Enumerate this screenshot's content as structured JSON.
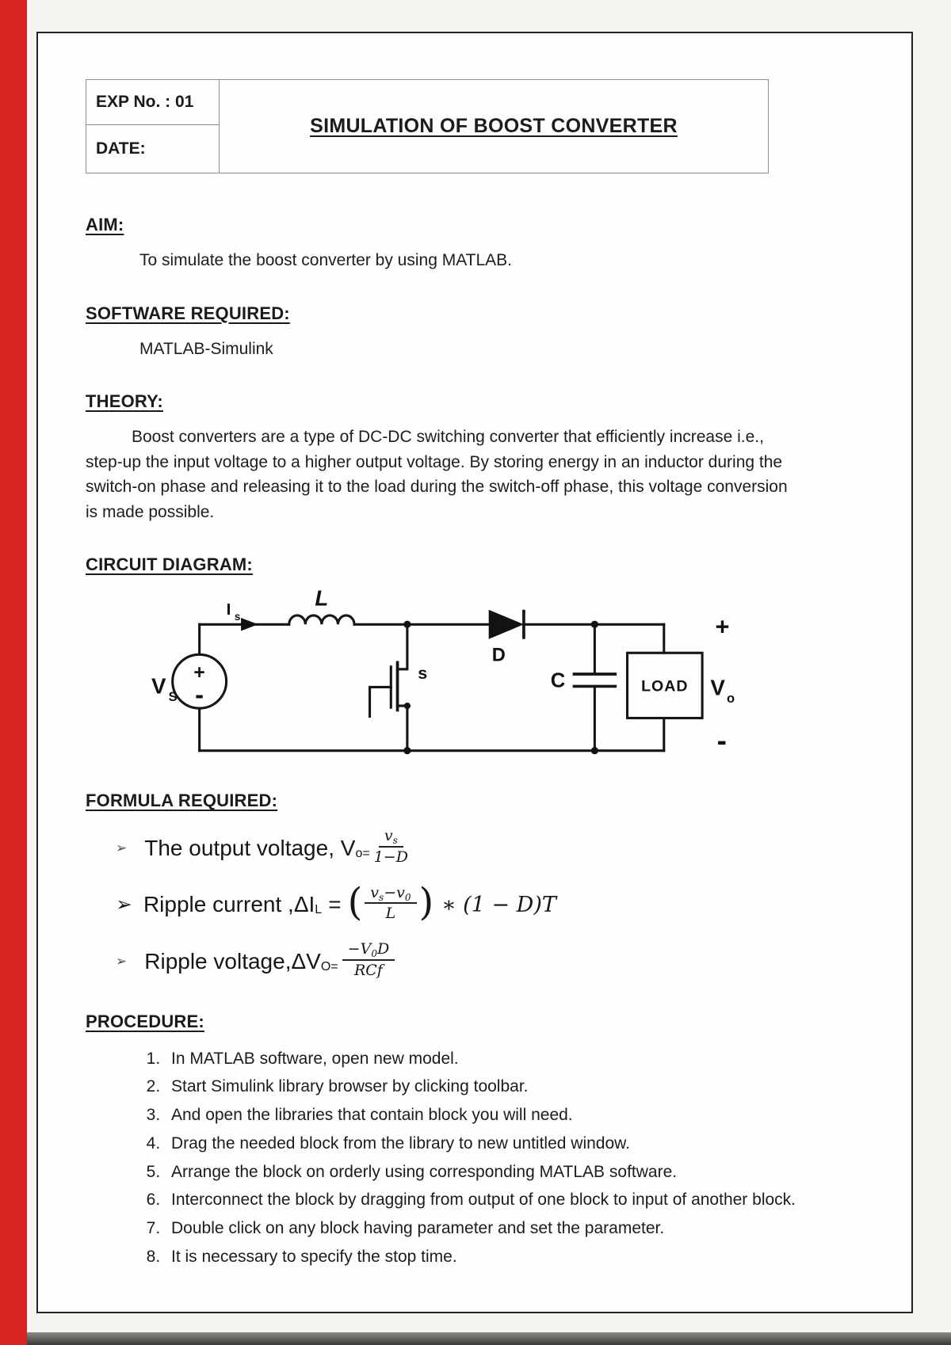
{
  "colors": {
    "binding_strip": "#d8251f"
  },
  "header": {
    "exp_no": "EXP No. : 01",
    "date_label": "DATE:",
    "title": "SIMULATION OF BOOST CONVERTER"
  },
  "aim": {
    "heading": "AIM:",
    "body": "To simulate the boost converter by using MATLAB."
  },
  "software": {
    "heading": "SOFTWARE REQUIRED:",
    "body": "MATLAB-Simulink"
  },
  "theory": {
    "heading": "THEORY:",
    "body": "Boost converters are a type of DC-DC switching converter that efficiently increase i.e., step-up the input voltage to a higher output voltage. By storing energy in an inductor during the switch-on phase and releasing it to the load during the switch-off phase, this voltage conversion is made possible."
  },
  "circuit": {
    "heading": "CIRCUIT DIAGRAM:",
    "labels": {
      "source_v": "V",
      "source_v_sub": "S",
      "source_plus": "+",
      "source_minus": "-",
      "current": "I",
      "current_sub": "s",
      "inductor": "L",
      "switch": "s",
      "diode": "D",
      "capacitor": "C",
      "load": "LOAD",
      "out_plus": "+",
      "out_v": "V",
      "out_v_sub": "o",
      "out_minus": "-"
    }
  },
  "formula": {
    "heading": "FORMULA REQUIRED:",
    "f1": {
      "marker": "➢",
      "lead": "The output voltage, V",
      "lead_sub": "o=",
      "num_main": "v",
      "num_sub": "s",
      "den": "1−D"
    },
    "f2": {
      "marker": "➢",
      "lead": "Ripple current ,ΔI",
      "lead_sub": "L",
      "eq": "=",
      "open": "(",
      "num_a": "v",
      "num_a_sub": "s",
      "num_op": "−",
      "num_b": "v",
      "num_b_sub": "0",
      "den": "L",
      "close": ")",
      "tail": "∗ (1 − D)T"
    },
    "f3": {
      "marker": "➢",
      "lead": "Ripple voltage,ΔV",
      "lead_sub": "O=",
      "num_a": "−V",
      "num_a_sub": "0",
      "num_b": "D",
      "den": "RCf"
    }
  },
  "procedure": {
    "heading": "PROCEDURE:",
    "steps": [
      "In MATLAB software, open new model.",
      "Start Simulink library browser by clicking toolbar.",
      "And open the libraries that contain block you will need.",
      "Drag the needed block from the library to new untitled window.",
      "Arrange the block on orderly using corresponding MATLAB software.",
      "Interconnect the block by dragging from output of one block to input of another block.",
      "Double click on any block having parameter and set the parameter.",
      "It is necessary to specify the stop time."
    ]
  }
}
